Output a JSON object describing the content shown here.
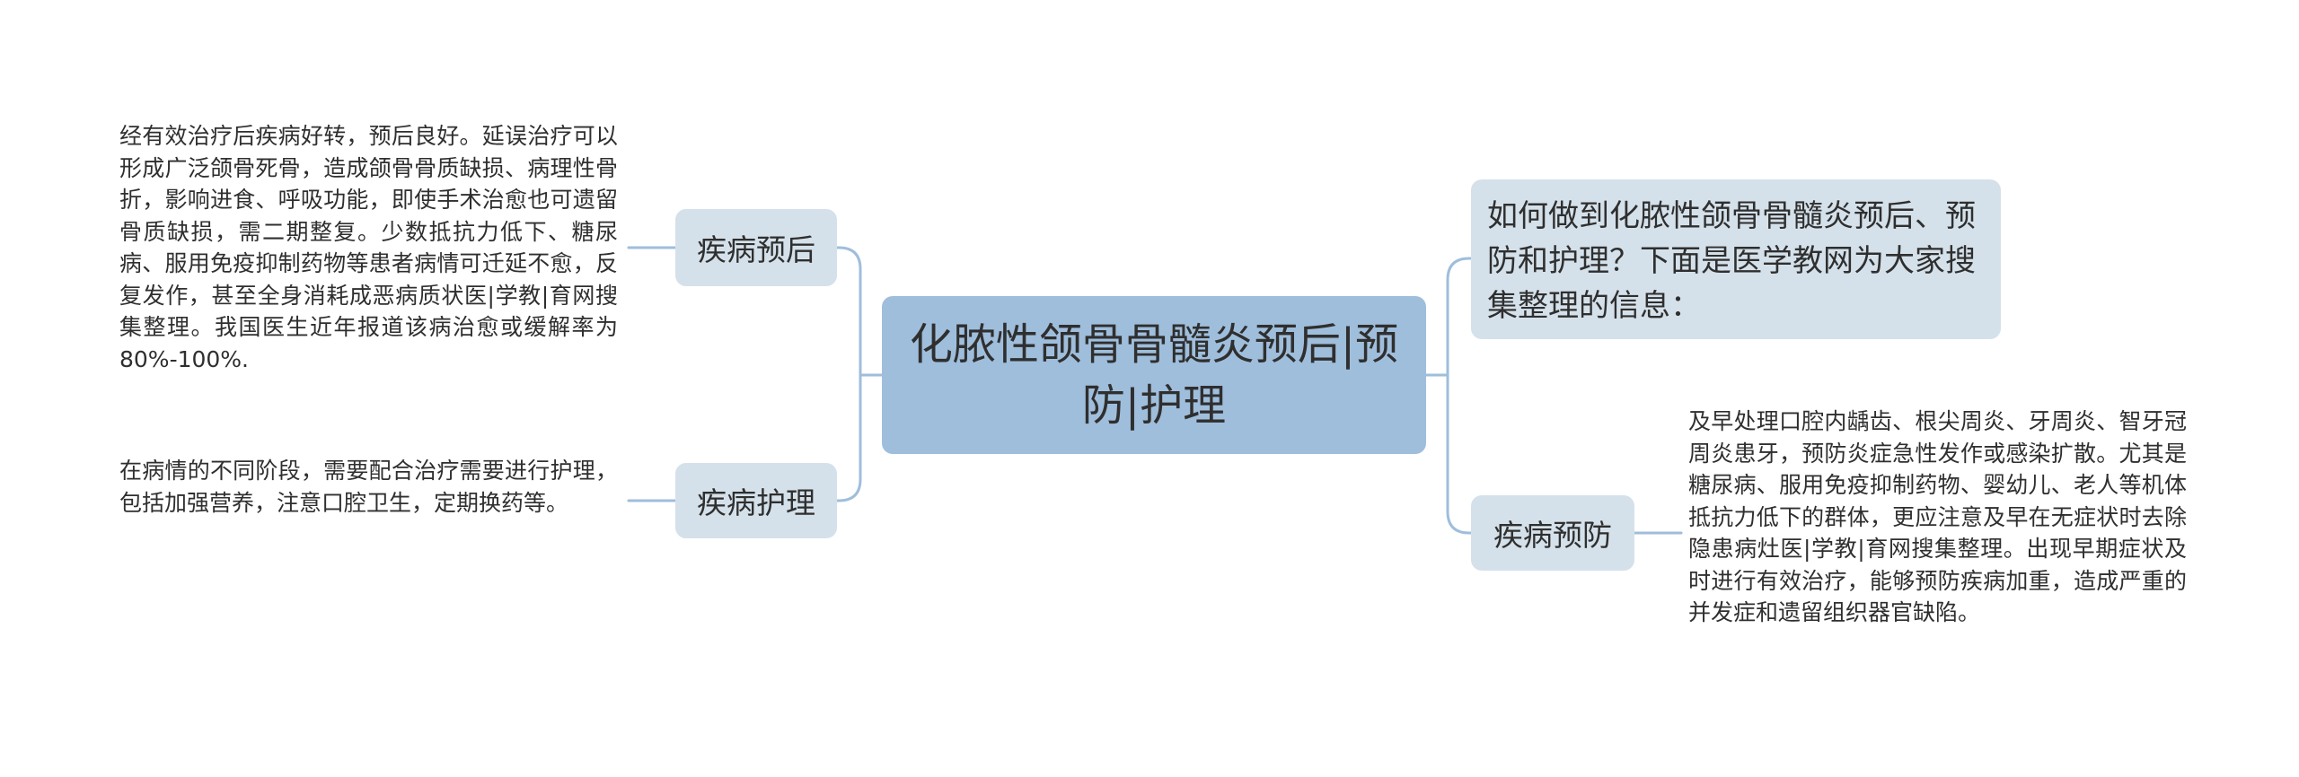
{
  "root": {
    "title": "化脓性颌骨骨髓炎预后|预防|护理"
  },
  "branches": {
    "prognosis": {
      "label": "疾病预后",
      "detail": "经有效治疗后疾病好转，预后良好。延误治疗可以形成广泛颌骨死骨，造成颌骨骨质缺损、病理性骨折，影响进食、呼吸功能，即使手术治愈也可遗留骨质缺损，需二期整复。少数抵抗力低下、糖尿病、服用免疫抑制药物等患者病情可迁延不愈，反复发作，甚至全身消耗成恶病质状医|学教|育网搜集整理。我国医生近年报道该病治愈或缓解率为80%-100%."
    },
    "nursing": {
      "label": "疾病护理",
      "detail": "在病情的不同阶段，需要配合治疗需要进行护理，包括加强营养，注意口腔卫生，定期换药等。"
    },
    "intro": {
      "text": "如何做到化脓性颌骨骨髓炎预后、预防和护理？下面是医学教网为大家搜集整理的信息："
    },
    "prevention": {
      "label": "疾病预防",
      "detail": "及早处理口腔内龋齿、根尖周炎、牙周炎、智牙冠周炎患牙，预防炎症急性发作或感染扩散。尤其是糖尿病、服用免疫抑制药物、婴幼儿、老人等机体抵抗力低下的群体，更应注意及早在无症状时去除隐患病灶医|学教|育网搜集整理。出现早期症状及时进行有效治疗，能够预防疾病加重，造成严重的并发症和遗留组织器官缺陷。"
    }
  },
  "colors": {
    "root_fill": "#9fbedc",
    "branch_fill": "#d5e1ea",
    "connector": "#9fbedc",
    "text": "#2f2f2f"
  }
}
